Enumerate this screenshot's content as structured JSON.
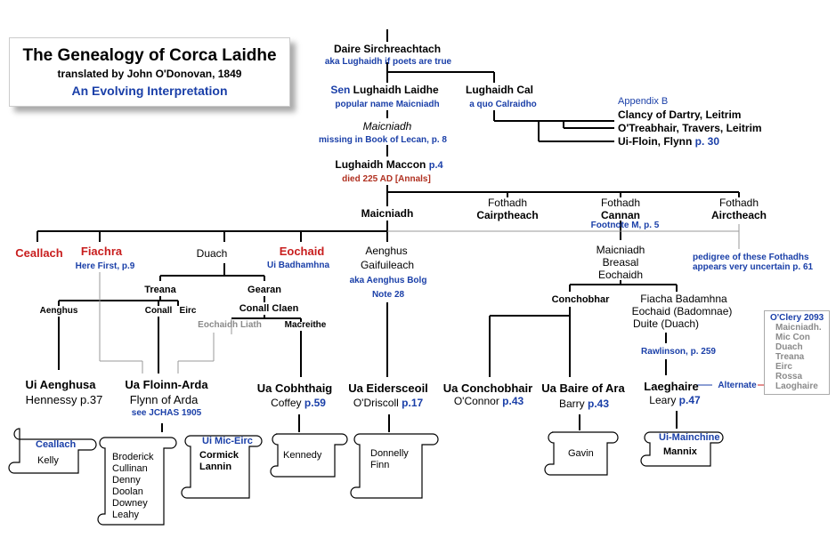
{
  "title": {
    "main": "The Genealogy of Corca Laidhe",
    "sub": "translated by John O'Donovan, 1849",
    "tag": "An Evolving Interpretation"
  },
  "nodes": {
    "daire": "Daire Sirchreachtach",
    "daire_aka": "aka Lughaidh if poets are true",
    "sen": "Sen",
    "lugh_laidhe": "Lughaidh Laidhe",
    "popular": "popular name Maicniadh",
    "lugh_cal": "Lughaidh Cal",
    "quo": "a quo Calraidho",
    "appendix": "Appendix B",
    "clancy": "Clancy of Dartry, Leitrim",
    "otreabhair": "O'Treabhair, Travers, Leitrim",
    "uifloin": "Ui-Floin, Flynn",
    "uifloin_p": "p. 30",
    "maicniadh1": "Maicniadh",
    "missing": "missing in Book of Lecan, p. 8",
    "lugh_maccon": "Lughaidh Maccon",
    "maccon_p": "p.4",
    "died": "died 225 AD [Annals]",
    "maicniadh2": "Maicniadh",
    "fothadh1a": "Fothadh",
    "fothadh1b": "Cairptheach",
    "fothadh2a": "Fothadh",
    "fothadh2b": "Cannan",
    "footnote": "Footnote M, p. 5",
    "fothadh3a": "Fothadh",
    "fothadh3b": "Airctheach",
    "pedigree1": "pedigree of these Fothadhs",
    "pedigree2": "appears very uncertain",
    "pedigree_p": "p. 61",
    "ceallach": "Ceallach",
    "fiachra": "Fiachra",
    "herefirst": "Here First, p.9",
    "duach": "Duach",
    "eochaid": "Eochaid",
    "uibadh": "Ui Badhamhna",
    "aenghus_a": "Aenghus",
    "aenghus_b": "Gaifuileach",
    "aka_bolg": "aka Aenghus Bolg",
    "note28": "Note 28",
    "mbe1": "Maicniadh",
    "mbe2": "Breasal",
    "mbe3": "Eochaidh",
    "treana": "Treana",
    "gearan": "Gearan",
    "aenghus_small": "Aenghus",
    "conall": "Conall",
    "eirc": "Eirc",
    "conall_claen": "Conall Claen",
    "eochaidh_liath": "Eochaidh Liath",
    "macreithe": "Macreithe",
    "conchobhar": "Conchobhar",
    "fiacha1": "Fiacha Badamhna",
    "fiacha2": "Eochaid (Badomnae)",
    "fiacha3": "Duite  (Duach)",
    "rawlinson": "Rawlinson, p. 259",
    "alternate": "Alternate",
    "ui_aenghusa": "Ui Aenghusa",
    "hennessy": "Hennessy p.37",
    "ua_floinn": "Ua Floinn-Arda",
    "flynn_arda": "Flynn of Arda",
    "jchas": "see JCHAS 1905",
    "ua_cobh": "Ua Cobhthaig",
    "coffey": "Coffey",
    "coffey_p": "p.59",
    "ua_eid": "Ua Eidersceoil",
    "odriscoll": "O'Driscoll",
    "odriscoll_p": "p.17",
    "ua_conch": "Ua Conchobhair",
    "oconnor": "O'Connor",
    "oconnor_p": "p.43",
    "ua_baire": "Ua Baire of Ara",
    "barry": "Barry",
    "barry_p": "p.43",
    "laeghaire": "Laeghaire",
    "leary": "Leary",
    "leary_p": "p.47"
  },
  "oclery": {
    "head": "O'Clery 2093",
    "items": [
      "Maicniadh.",
      "Mic Con",
      "Duach",
      "Treana",
      "Eirc",
      "Rossa",
      "Laoghaire"
    ]
  },
  "scrolls": {
    "kelly": {
      "tag": "Ceallach",
      "names": [
        "Kelly"
      ]
    },
    "broderick": {
      "tag": "",
      "names": [
        "Broderick",
        "Cullinan",
        "Denny",
        "Doolan",
        "Downey",
        "Leahy"
      ]
    },
    "cormick": {
      "tag": "Ui Mic-Eirc",
      "names": [
        "Cormick",
        "Lannin"
      ]
    },
    "kennedy": {
      "tag": "",
      "names": [
        "Kennedy"
      ]
    },
    "donnelly": {
      "tag": "",
      "names": [
        "Donnelly",
        "Finn"
      ]
    },
    "gavin": {
      "tag": "",
      "names": [
        "Gavin"
      ]
    },
    "mannix": {
      "tag": "Ui-Mainchine",
      "names": [
        "Mannix"
      ]
    }
  },
  "colors": {
    "blue": "#1a3fa8",
    "red": "#c81e1e",
    "grey": "#8a8a8a"
  }
}
